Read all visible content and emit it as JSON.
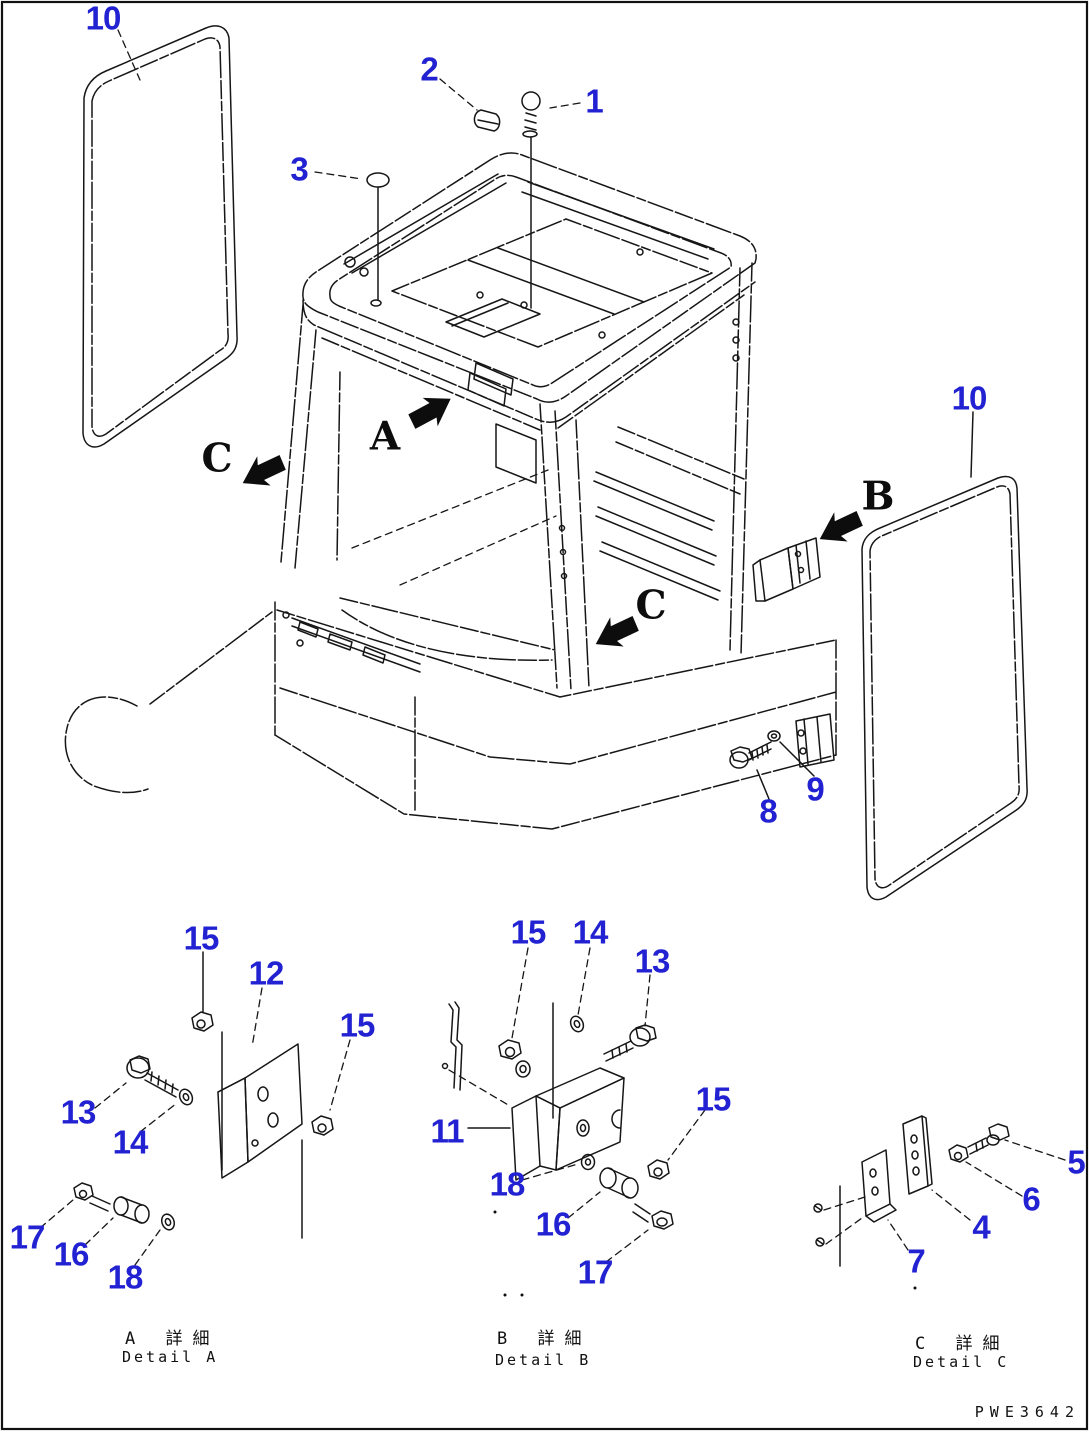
{
  "page": {
    "drawing_number": "PWE3642",
    "accent_color": "#2222d2",
    "line_color": "#161616",
    "background": "#ffffff"
  },
  "main_view": {
    "callouts": [
      {
        "label": "10"
      },
      {
        "label": "2"
      },
      {
        "label": "1"
      },
      {
        "label": "3"
      },
      {
        "label": "10"
      },
      {
        "label": "8"
      },
      {
        "label": "9"
      }
    ],
    "view_letters": [
      {
        "label": "C"
      },
      {
        "label": "A"
      },
      {
        "label": "B"
      },
      {
        "label": "C"
      }
    ]
  },
  "details": {
    "a": {
      "caption_jp": "A 詳細",
      "caption_en": "Detail A",
      "callouts": [
        {
          "label": "15"
        },
        {
          "label": "12"
        },
        {
          "label": "15"
        },
        {
          "label": "13"
        },
        {
          "label": "14"
        },
        {
          "label": "17"
        },
        {
          "label": "16"
        },
        {
          "label": "18"
        }
      ]
    },
    "b": {
      "caption_jp": "B 詳細",
      "caption_en": "Detail B",
      "callouts": [
        {
          "label": "15"
        },
        {
          "label": "14"
        },
        {
          "label": "13"
        },
        {
          "label": "11"
        },
        {
          "label": "15"
        },
        {
          "label": "18"
        },
        {
          "label": "16"
        },
        {
          "label": "17"
        }
      ]
    },
    "c": {
      "caption_jp": "C 詳細",
      "caption_en": "Detail C",
      "callouts": [
        {
          "label": "5"
        },
        {
          "label": "6"
        },
        {
          "label": "4"
        },
        {
          "label": "7"
        }
      ]
    }
  }
}
